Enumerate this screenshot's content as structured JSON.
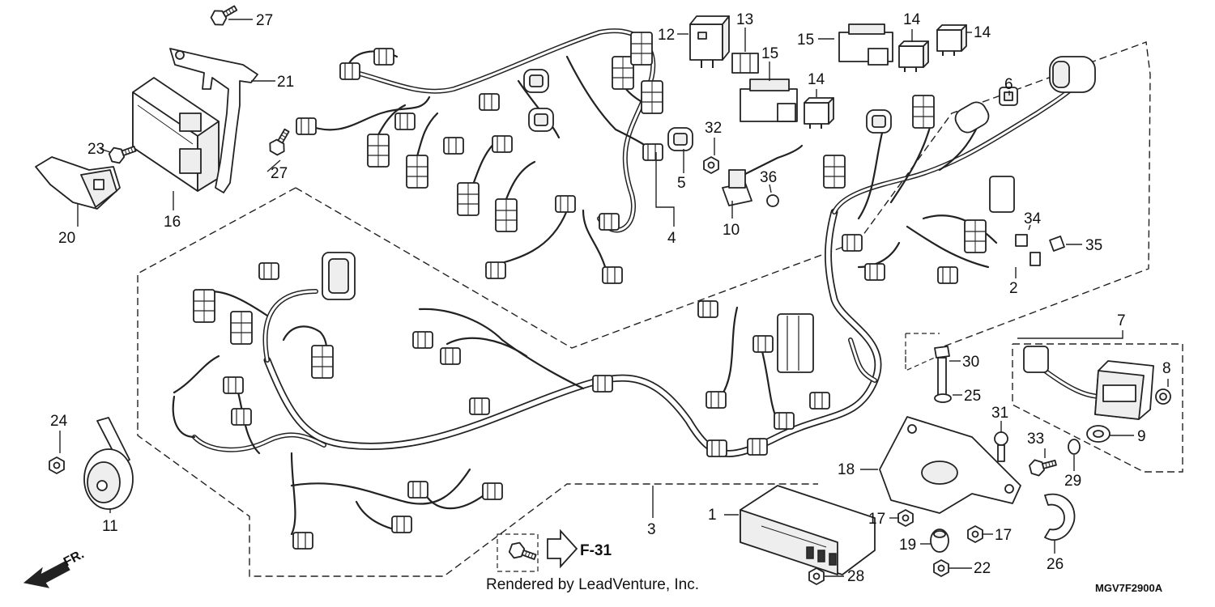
{
  "callouts": {
    "p1": "1",
    "p2": "2",
    "p3": "3",
    "p4": "4",
    "p5": "5",
    "p6": "6",
    "p7": "7",
    "p8": "8",
    "p9": "9",
    "p10": "10",
    "p11": "11",
    "p12": "12",
    "p13": "13",
    "p14a": "14",
    "p14b": "14",
    "p14c": "14",
    "p15": "15",
    "p16": "16",
    "p17a": "17",
    "p17b": "17",
    "p18": "18",
    "p19": "19",
    "p20": "20",
    "p21": "21",
    "p22": "22",
    "p23": "23",
    "p24": "24",
    "p25": "25",
    "p26": "26",
    "p27a": "27",
    "p27b": "27",
    "p28": "28",
    "p29": "29",
    "p30": "30",
    "p31": "31",
    "p32": "32",
    "p33": "33",
    "p34": "34",
    "p35": "35",
    "p36": "36"
  },
  "reference": {
    "section": "F-31"
  },
  "direction": {
    "front": "FR."
  },
  "footer": {
    "credit": "Rendered by LeadVenture, Inc.",
    "diagram_code": "MGV7F2900A"
  }
}
